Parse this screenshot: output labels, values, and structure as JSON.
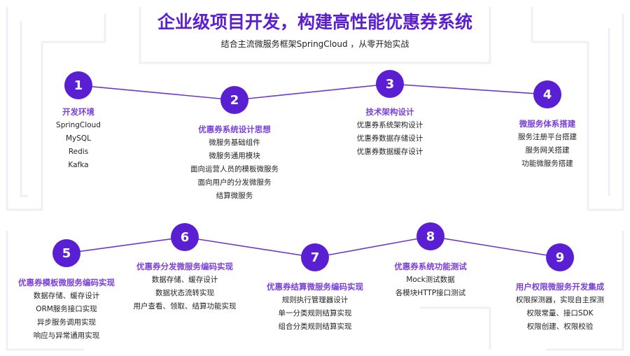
{
  "title": "企业级项目开发，构建高性能优惠券系统",
  "subtitle": "结合主流微服务框架SpringCloud ，从零开始实战",
  "accent_color": "#5a1ed3",
  "steps": [
    {
      "num": "1",
      "heading": "开发环境",
      "items": [
        "SpringCloud",
        "MySQL",
        "Redis",
        "Kafka"
      ]
    },
    {
      "num": "2",
      "heading": "优惠券系统设计思想",
      "items": [
        "微服务基础组件",
        "微服务通用模块",
        "面向运营人员的模板微服务",
        "面向用户的分发微服务",
        "结算微服务"
      ]
    },
    {
      "num": "3",
      "heading": "技术架构设计",
      "items": [
        "优惠券系统架构设计",
        "优惠券数据存储设计",
        "优惠券数据缓存设计"
      ]
    },
    {
      "num": "4",
      "heading": "微服务体系搭建",
      "items": [
        "服务注册平台搭建",
        "服务网关搭建",
        "功能微服务搭建"
      ]
    },
    {
      "num": "5",
      "heading": "优惠券模板微服务编码实现",
      "items": [
        "数据存储、缓存设计",
        "ORM服务接口实现",
        "异步服务调用实现",
        "响应与异常通用实现"
      ]
    },
    {
      "num": "6",
      "heading": "优惠券分发微服务编码实现",
      "items": [
        "数据存储、缓存设计",
        "数据状态流转实现",
        "用户查看、领取、结算功能实现"
      ]
    },
    {
      "num": "7",
      "heading": "优惠券结算微服务编码实现",
      "items": [
        "规则执行管理器设计",
        "单一分类规则结算实现",
        "组合分类规则结算实现"
      ]
    },
    {
      "num": "8",
      "heading": "优惠券系统功能测试",
      "items": [
        "Mock测试数据",
        "各模块HTTP接口测试"
      ]
    },
    {
      "num": "9",
      "heading": "用户权限微服务开发集成",
      "items": [
        "权限探测器，实现自主探测",
        "权限常量、接口SDK",
        "权限创建、权限校验"
      ]
    }
  ]
}
